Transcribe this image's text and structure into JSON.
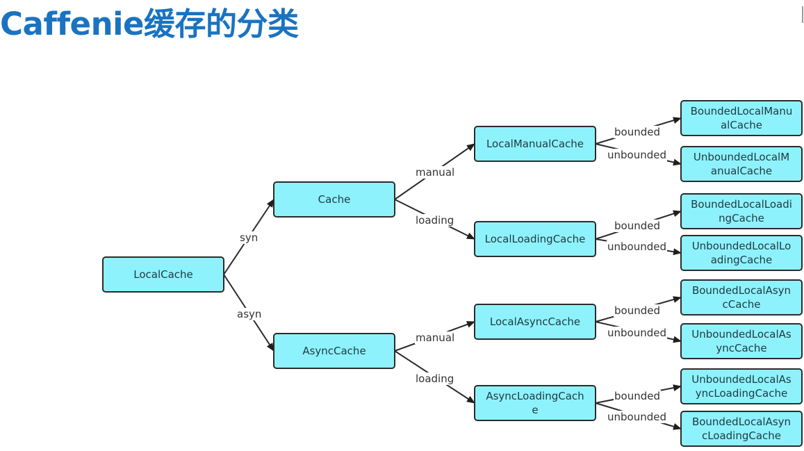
{
  "title": "Caffenie缓存的分类",
  "colors": {
    "title": "#1a73c1",
    "node_fill": "#8ef2fd",
    "node_stroke": "#2b2b2b",
    "edge": "#2a2a2a"
  },
  "nodes": {
    "local_cache": [
      "LocalCache"
    ],
    "cache": [
      "Cache"
    ],
    "async_cache": [
      "AsyncCache"
    ],
    "local_manual_cache": [
      "LocalManualCache"
    ],
    "local_loading_cache": [
      "LocalLoadingCache"
    ],
    "local_async_cache": [
      "LocalAsyncCache"
    ],
    "async_loading_cache": [
      "AsyncLoadingCach",
      "e"
    ],
    "bounded_local_manual_cache": [
      "BoundedLocalManu",
      "alCache"
    ],
    "unbounded_local_manual_cache": [
      "UnboundedLocalM",
      "anualCache"
    ],
    "bounded_local_loading_cache": [
      "BoundedLocalLoadi",
      "ngCache"
    ],
    "unbounded_local_loading_cache": [
      "UnboundedLocalLo",
      "adingCache"
    ],
    "bounded_local_async_cache": [
      "BoundedLocalAsyn",
      "cCache"
    ],
    "unbounded_local_async_cache": [
      "UnboundedLocalAs",
      "yncCache"
    ],
    "unbounded_local_async_loading_cache": [
      "UnboundedLocalAs",
      "yncLoadingCache"
    ],
    "bounded_local_async_loading_cache": [
      "BoundedLocalAsyn",
      "cLoadingCache"
    ]
  },
  "edges": [
    {
      "from": "local_cache",
      "to": "cache",
      "label": "syn"
    },
    {
      "from": "local_cache",
      "to": "async_cache",
      "label": "asyn"
    },
    {
      "from": "cache",
      "to": "local_manual_cache",
      "label": "manual"
    },
    {
      "from": "cache",
      "to": "local_loading_cache",
      "label": "loading"
    },
    {
      "from": "async_cache",
      "to": "local_async_cache",
      "label": "manual"
    },
    {
      "from": "async_cache",
      "to": "async_loading_cache",
      "label": "loading"
    },
    {
      "from": "local_manual_cache",
      "to": "bounded_local_manual_cache",
      "label": "bounded"
    },
    {
      "from": "local_manual_cache",
      "to": "unbounded_local_manual_cache",
      "label": "unbounded"
    },
    {
      "from": "local_loading_cache",
      "to": "bounded_local_loading_cache",
      "label": "bounded"
    },
    {
      "from": "local_loading_cache",
      "to": "unbounded_local_loading_cache",
      "label": "unbounded"
    },
    {
      "from": "local_async_cache",
      "to": "bounded_local_async_cache",
      "label": "bounded"
    },
    {
      "from": "local_async_cache",
      "to": "unbounded_local_async_cache",
      "label": "unbounded"
    },
    {
      "from": "async_loading_cache",
      "to": "unbounded_local_async_loading_cache",
      "label": "bounded"
    },
    {
      "from": "async_loading_cache",
      "to": "bounded_local_async_loading_cache",
      "label": "unbounded"
    }
  ]
}
